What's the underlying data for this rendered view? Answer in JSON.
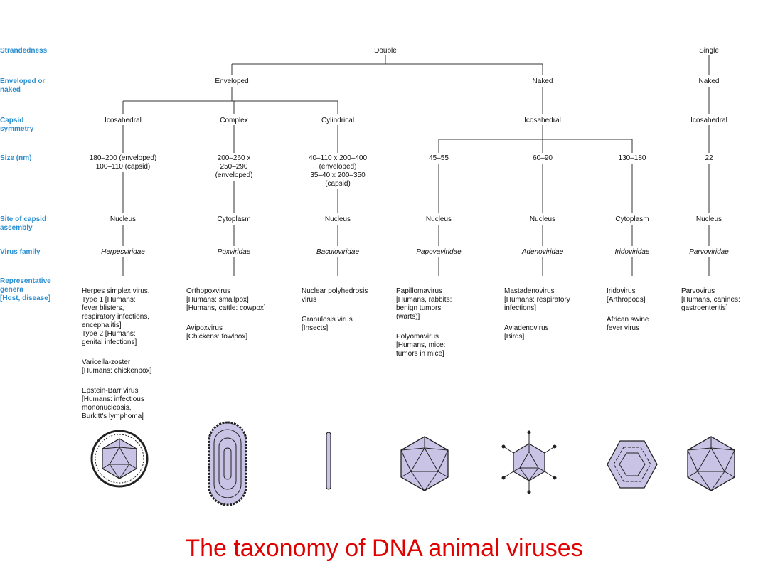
{
  "caption": "The taxonomy of DNA animal viruses",
  "row_labels": {
    "strandedness": "Strandedness",
    "enveloped": "Enveloped or\nnaked",
    "capsid": "Capsid\nsymmetry",
    "size": "Size (nm)",
    "site": "Site of capsid\nassembly",
    "family": "Virus family",
    "genera": "Representative\ngenera\n[Host, disease]"
  },
  "strandedness": {
    "double": "Double",
    "single": "Single"
  },
  "envelope": {
    "enveloped": "Enveloped",
    "naked": "Naked",
    "naked_single": "Naked"
  },
  "capsid": {
    "icosahedral_env": "Icosahedral",
    "complex": "Complex",
    "cylindrical": "Cylindrical",
    "icosahedral_naked": "Icosahedral",
    "icosahedral_single": "Icosahedral"
  },
  "columns": [
    {
      "size": "180–200 (enveloped)\n100–110 (capsid)",
      "site": "Nucleus",
      "family": "Herpesviridae",
      "genera": [
        "Herpes simplex virus,\n   Type 1 [Humans:\n   fever blisters,\n   respiratory infections,\n   encephalitis]\n   Type 2 [Humans:\n   genital infections]",
        "Varicella-zoster\n   [Humans: chickenpox]",
        "Epstein-Barr virus\n   [Humans: infectious\n   mononucleosis,\n   Burkitt's lymphoma]"
      ]
    },
    {
      "size": "200–260 x\n250–290\n(enveloped)",
      "site": "Cytoplasm",
      "family": "Poxviridae",
      "genera": [
        "Orthopoxvirus\n   [Humans: smallpox]\n   [Humans, cattle: cowpox]",
        "Avipoxvirus\n   [Chickens: fowlpox]"
      ]
    },
    {
      "size": "40–110 x 200–400\n(enveloped)\n35–40 x 200–350\n(capsid)",
      "site": "Nucleus",
      "family": "Baculoviridae",
      "genera": [
        "Nuclear polyhedrosis\n   virus",
        "Granulosis virus\n   [Insects]"
      ]
    },
    {
      "size": "45–55",
      "site": "Nucleus",
      "family": "Papovaviridae",
      "genera": [
        "Papillomavirus\n   [Humans, rabbits:\n   benign tumors\n   (warts)]",
        "Polyomavirus\n   [Humans, mice:\n   tumors in mice]"
      ]
    },
    {
      "size": "60–90",
      "site": "Nucleus",
      "family": "Adenoviridae",
      "genera": [
        "Mastadenovirus\n   [Humans: respiratory\n   infections]",
        "Aviadenovirus\n   [Birds]"
      ]
    },
    {
      "size": "130–180",
      "site": "Cytoplasm",
      "family": "Iridoviridae",
      "genera": [
        "Iridovirus\n   [Arthropods]",
        "African swine\n   fever virus"
      ]
    },
    {
      "size": "22",
      "site": "Nucleus",
      "family": "Parvoviridae",
      "genera": [
        "Parvovirus\n   [Humans, canines:\n   gastroenteritis]"
      ]
    }
  ]
}
